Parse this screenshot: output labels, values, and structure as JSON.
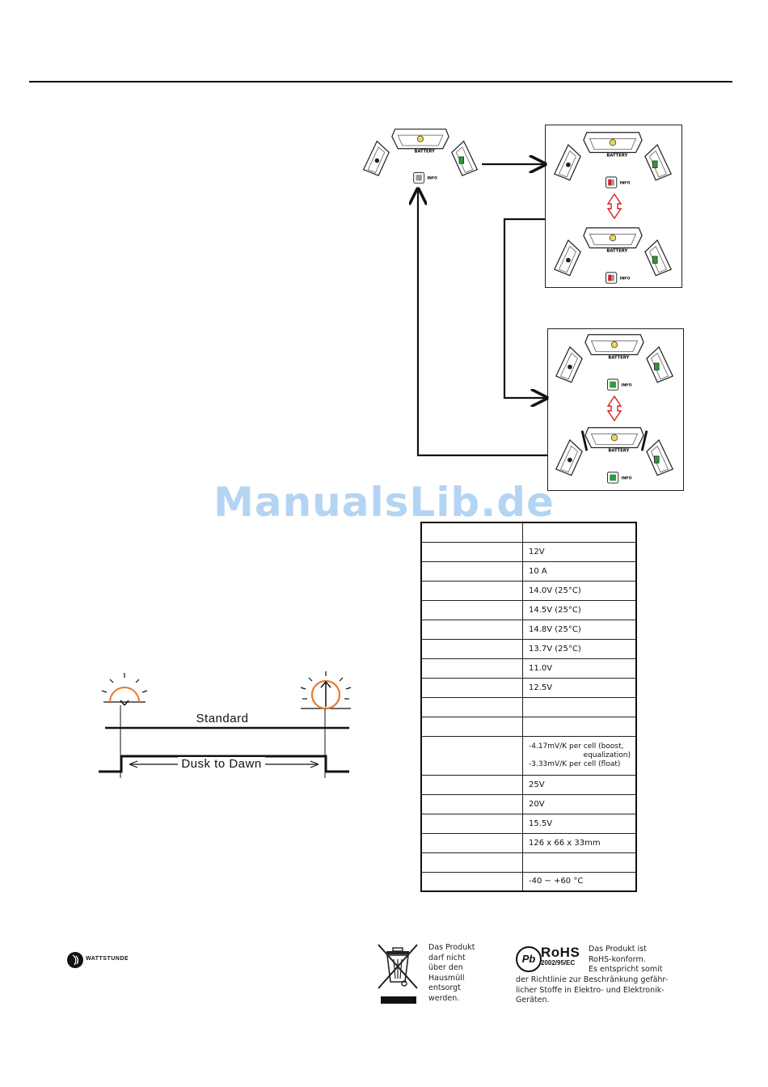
{
  "watermark": "ManualsLib.de",
  "panel_labels": {
    "battery": "BATTERY",
    "info": "INFO"
  },
  "timing": {
    "standard": "Standard",
    "dusk_to_dawn": "Dusk to Dawn"
  },
  "spec_values": [
    "",
    "12V",
    "10 A",
    "14.0V (25°C)",
    "14.5V (25°C)",
    "14.8V (25°C)",
    "13.7V (25°C)",
    "11.0V",
    "12.5V",
    "",
    "",
    "",
    "25V",
    "20V",
    "15.5V",
    "126 x 66 x 33mm",
    "",
    "-40 ~ +60 °C"
  ],
  "temp_comp": {
    "line1": "-4.17mV/K per cell (boost,",
    "line2": "equalization)",
    "line3": "-3.33mV/K per cell (float)"
  },
  "brand": "WATTSTUNDE",
  "weee_text": [
    "Das Produkt",
    "darf nicht",
    "über den",
    "Hausmüll",
    "entsorgt",
    "werden."
  ],
  "rohs": {
    "pb": "Pb",
    "title": "RoHS",
    "directive": "2002/95/EC",
    "right": [
      "Das Produkt ist",
      "RoHS-konform.",
      "Es entspricht somit"
    ],
    "bottom": [
      "der Richtlinie zur Beschränkung gefähr-",
      "licher Stoffe in Elektro- und Elektronik-",
      "Geräten."
    ]
  },
  "colors": {
    "accent_red": "#d62020",
    "led_yellow": "#e9d85a",
    "led_green": "#2f9a3a",
    "sun_orange": "#e8782a",
    "watermark": "#a8cdf2"
  }
}
